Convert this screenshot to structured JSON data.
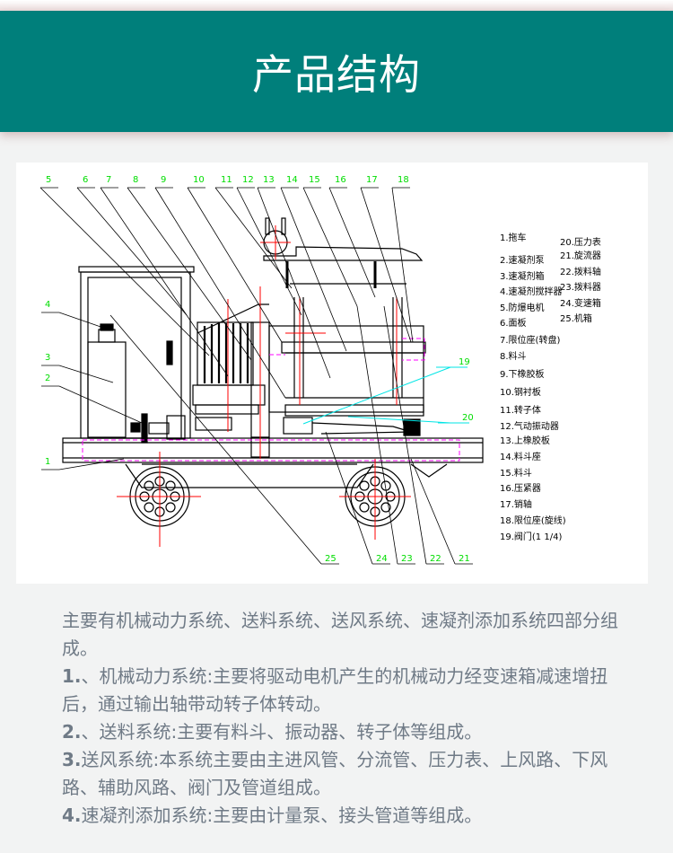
{
  "header": {
    "title": "产品结构"
  },
  "figure": {
    "callouts_top": [
      "5",
      "6",
      "7",
      "8",
      "9",
      "10",
      "11",
      "12",
      "13",
      "14",
      "15",
      "16",
      "17",
      "18"
    ],
    "callouts_left": [
      "4",
      "3",
      "2",
      "1"
    ],
    "callouts_right": [
      "19",
      "20"
    ],
    "callouts_bottom": [
      "25",
      "24",
      "23",
      "22",
      "21"
    ],
    "legend_col1": [
      "1.拖车",
      "2.速凝剂泵",
      "3.速凝剂箱",
      "4.速凝剂搅拌器",
      "5.防爆电机",
      "6.面板",
      "7.限位座(转盘)",
      "8.料斗",
      "9.下橡胶板",
      "10.钢衬板",
      "11.转子体",
      "12.气动振动器",
      "13.上橡胶板",
      "14.料斗座",
      "15.料斗",
      "16.压紧器",
      "17.销轴",
      "18.限位座(旋线)",
      "19.阀门(1 1/4)"
    ],
    "legend_col2": [
      "20.压力表",
      "21.旋流器",
      "22.拨料轴",
      "23.拨料器",
      "24.变速箱",
      "25.机箱"
    ],
    "colors": {
      "drawing": "#000000",
      "label": "#00dd00",
      "centerline": "#ff0000",
      "hidden": "#ff00ff",
      "air": "#00e5e5"
    }
  },
  "description": {
    "intro": "主要有机械动力系统、送料系统、送风系统、速凝剂添加系统四部分组成。",
    "items": [
      {
        "num": "1.",
        "text": "、机械动力系统:主要将驱动电机产生的机械动力经变速箱减速增扭后，通过输出轴带动转子体转动。"
      },
      {
        "num": "2.",
        "text": "、送料系统:主要有料斗、振动器、转子体等组成。"
      },
      {
        "num": "3.",
        "text": "送风系统:本系统主要由主进风管、分流管、压力表、上风路、下风路、辅助风路、阀门及管道组成。"
      },
      {
        "num": "4.",
        "text": "速凝剂添加系统:主要由计量泵、接头管道等组成。"
      }
    ]
  }
}
